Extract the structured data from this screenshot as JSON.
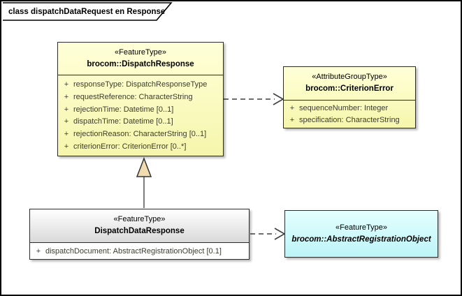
{
  "frame": {
    "title": "class dispatchDataRequest en Response"
  },
  "colors": {
    "yellow-top": "#FFFFD8",
    "yellow-bottom": "#F6F6AC",
    "cyan-top": "#E4FFFF",
    "cyan-bottom": "#BDF4F7",
    "white-top": "#FFFFFF",
    "white-bottom": "#D9D9D9",
    "box-border": "#2b2b2b",
    "line": "#3f3f3f",
    "gen-line": "#6e6e6e",
    "tri-fill": "#F0DCB0",
    "attr-text": "#3c3c2e",
    "title-text": "#000000"
  },
  "classes": {
    "dispatchResponse": {
      "stereotype": "«FeatureType»",
      "name": "brocom::DispatchResponse",
      "attributes": [
        {
          "vis": "+",
          "text": "responseType: DispatchResponseType"
        },
        {
          "vis": "+",
          "text": "requestReference: CharacterString"
        },
        {
          "vis": "+",
          "text": "rejectionTime: Datetime [0..1]"
        },
        {
          "vis": "+",
          "text": "dispatchTime: Datetime [0..1]"
        },
        {
          "vis": "+",
          "text": "rejectionReason: CharacterString [0..1]"
        },
        {
          "vis": "+",
          "text": "criterionError: CriterionError [0..*]"
        }
      ]
    },
    "criterionError": {
      "stereotype": "«AttributeGroupType»",
      "name": "brocom::CriterionError",
      "attributes": [
        {
          "vis": "+",
          "text": "sequenceNumber: Integer"
        },
        {
          "vis": "+",
          "text": "specification: CharacterString"
        }
      ]
    },
    "dispatchDataResponse": {
      "stereotype": "«FeatureType»",
      "name": "DispatchDataResponse",
      "attributes": [
        {
          "vis": "+",
          "text": "dispatchDocument: AbstractRegistrationObject [0.1]"
        }
      ]
    },
    "abstractRegistrationObject": {
      "stereotype": "«FeatureType»",
      "name": "brocom::AbstractRegistrationObject"
    }
  },
  "relations": {
    "generalization": {
      "from": "DispatchDataResponse",
      "to": "brocom::DispatchResponse",
      "kind": "generalization"
    },
    "dependency1": {
      "from": "brocom::DispatchResponse",
      "to": "brocom::CriterionError",
      "kind": "dependency"
    },
    "dependency2": {
      "from": "DispatchDataResponse",
      "to": "brocom::AbstractRegistrationObject",
      "kind": "dependency"
    }
  }
}
